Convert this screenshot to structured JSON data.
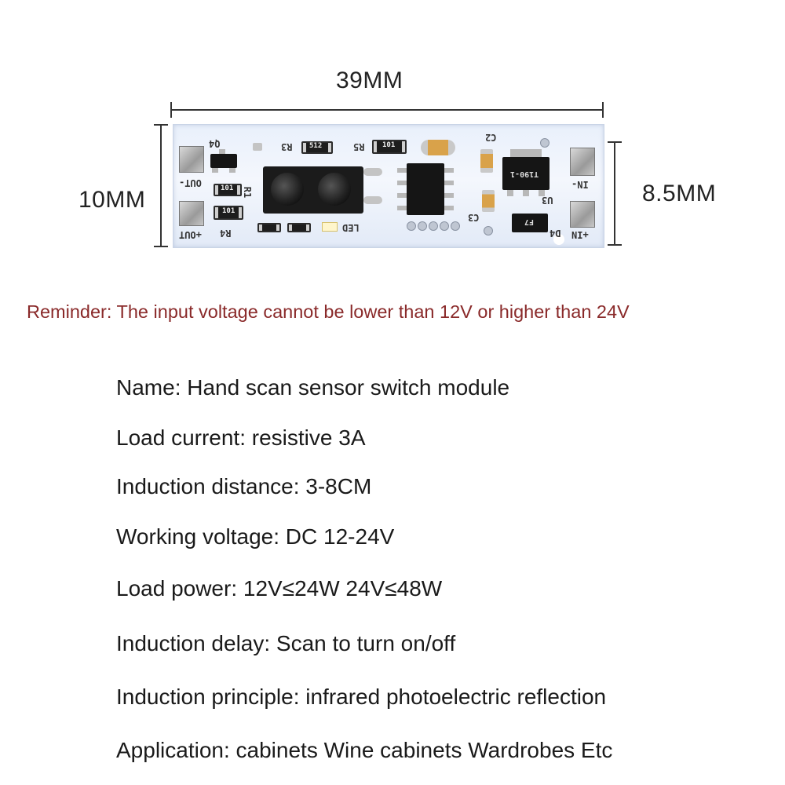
{
  "dimensions": {
    "width_label": "39MM",
    "height_label": "10MM",
    "inner_height_label": "8.5MM"
  },
  "board_labels": {
    "out_minus": "OUT-",
    "out_plus": "+OUT",
    "in_minus": "IN-",
    "in_plus": "+IN",
    "q4": "Q4",
    "r5": "R5",
    "r3": "R3",
    "r1": "R1",
    "r4": "R4",
    "c2": "C2",
    "c3": "C3",
    "u3": "U3",
    "d4": "D4",
    "led": "LED",
    "res_101_a": "101",
    "res_101_b": "101",
    "res_101_c": "101",
    "res_512": "512",
    "chip_t190": "T190-1",
    "diode_f7": "F7"
  },
  "reminder": "Reminder: The input voltage cannot be lower than 12V or higher than 24V",
  "specs": [
    "Name: Hand scan sensor switch module",
    "Load current: resistive 3A",
    "Induction distance: 3-8CM",
    "Working voltage: DC 12-24V",
    "Load power: 12V≤24W 24V≤48W",
    "Induction delay: Scan to turn on/off",
    "Induction principle: infrared photoelectric reflection",
    "Application: cabinets Wine cabinets Wardrobes Etc"
  ]
}
